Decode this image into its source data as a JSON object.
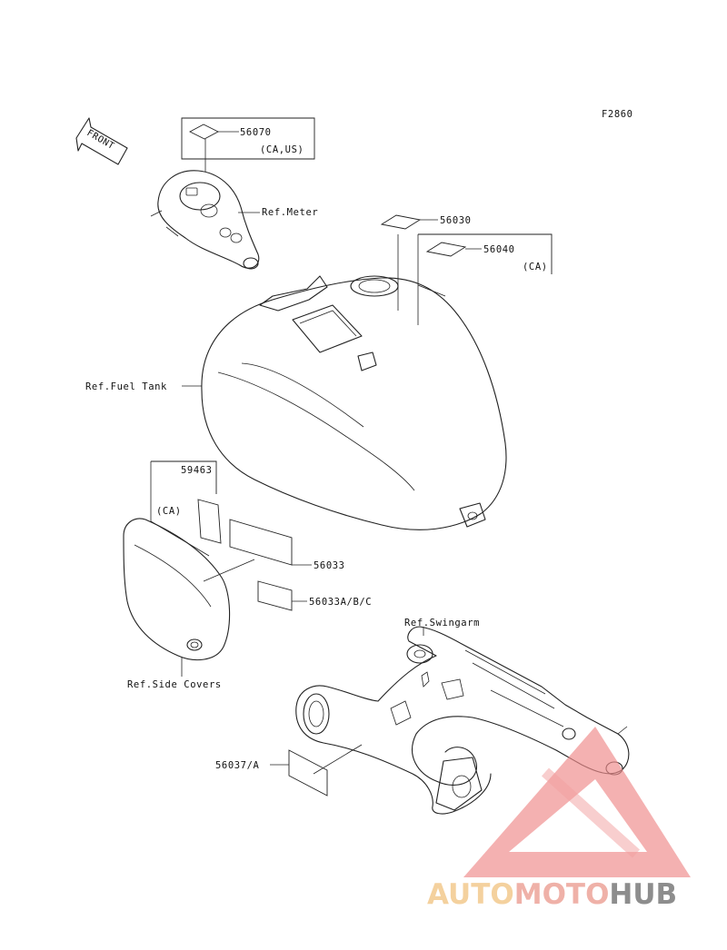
{
  "figure_code": "F2860",
  "front_arrow_text": "FRONT",
  "meter": {
    "part": "56070",
    "variant": "(CA,US)",
    "ref": "Ref.Meter"
  },
  "fuel_tank": {
    "ref": "Ref.Fuel Tank",
    "parts": [
      {
        "part": "56030"
      },
      {
        "part": "56040",
        "variant": "(CA)"
      }
    ]
  },
  "side_covers": {
    "ref": "Ref.Side Covers",
    "parts": [
      {
        "part": "59463",
        "variant": "(CA)"
      },
      {
        "part": "56033"
      },
      {
        "part": "56033A/B/C"
      }
    ]
  },
  "swingarm": {
    "ref": "Ref.Swingarm",
    "part": "56037/A"
  },
  "watermark": {
    "parts": [
      "AUTO",
      "MOTO",
      "HUB"
    ],
    "colors": {
      "triangle": "#ef8d8d",
      "auto": "#f3c98e",
      "moto": "#eda49a",
      "hub": "#7a7a7a"
    }
  }
}
